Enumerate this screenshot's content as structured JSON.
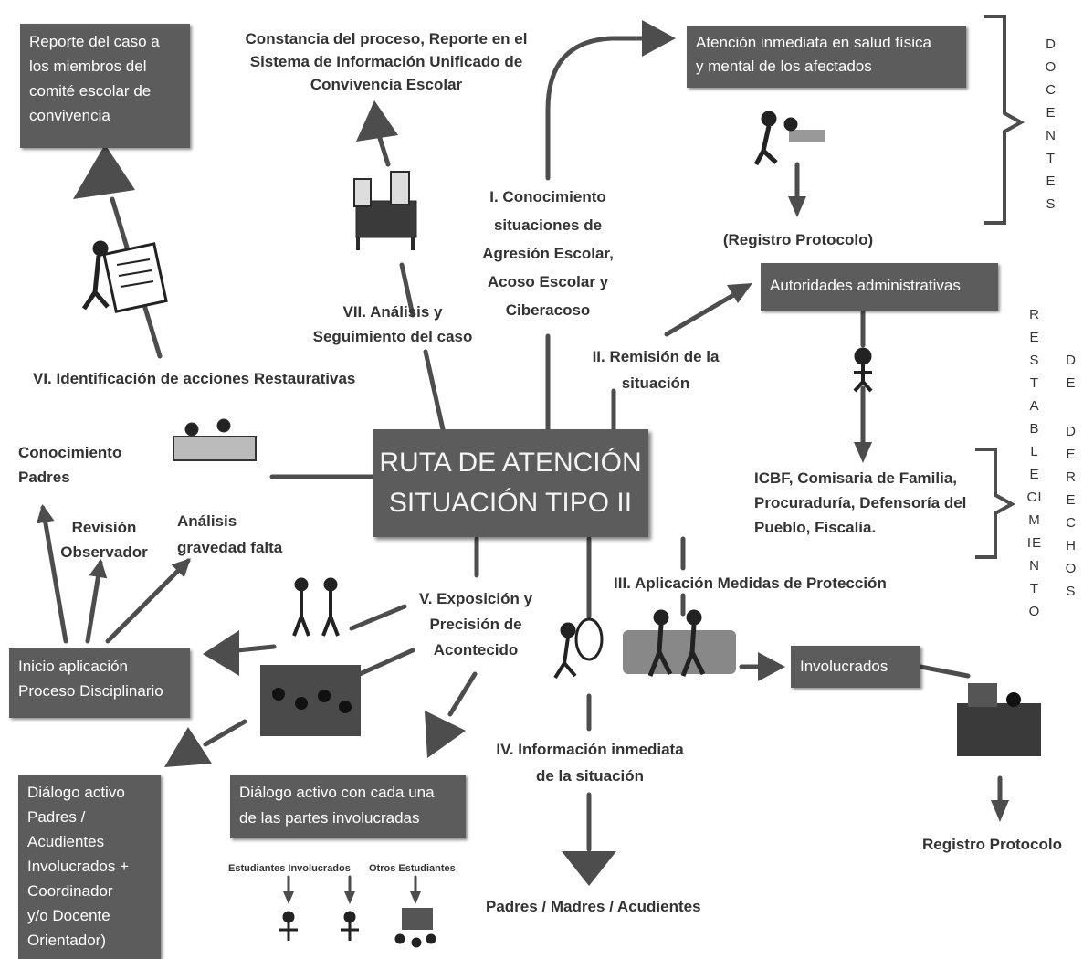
{
  "center": {
    "line1": "RUTA DE ATENCIÓN",
    "line2": "SITUACIÓN TIPO II"
  },
  "boxes": {
    "reporte": [
      "Reporte del caso a",
      "los miembros del",
      "comité escolar de",
      "convivencia"
    ],
    "atencion": [
      "Atención inmediata en salud física",
      "y mental de los afectados"
    ],
    "autoridades": "Autoridades administrativas",
    "inicio": [
      "Inicio aplicación",
      "Proceso Disciplinario"
    ],
    "dialogo_padres": [
      "Diálogo activo",
      "Padres /",
      "Acudientes",
      "Involucrados +",
      "Coordinador",
      "y/o Docente",
      "Orientador)"
    ],
    "dialogo_partes": [
      "Diálogo activo con cada una",
      "de las partes involucradas"
    ],
    "involucrados": "Involucrados"
  },
  "labels": {
    "constancia": [
      "Constancia del proceso, Reporte en el",
      "Sistema de Información Unificado de",
      "Convivencia Escolar"
    ],
    "conocimiento_situaciones": [
      "I. Conocimiento",
      "situaciones de",
      "Agresión Escolar,",
      "Acoso Escolar y",
      "Ciberacoso"
    ],
    "registro_protocolo_top": "(Registro Protocolo)",
    "analisis_seguimiento": [
      "VII. Análisis y",
      "Seguimiento del caso"
    ],
    "remision": [
      "II. Remisión de la",
      "situación"
    ],
    "identificacion": "VI. Identificación de acciones Restaurativas",
    "conocimiento_padres": [
      "Conocimiento",
      "Padres"
    ],
    "revision": [
      "Revisión",
      "Observador"
    ],
    "analisis_gravedad": [
      "Análisis",
      "gravedad falta"
    ],
    "icbf": [
      "ICBF, Comisaria de Familia,",
      "Procuraduría, Defensoría del",
      "Pueblo,  Fiscalía."
    ],
    "aplicacion_medidas": "III. Aplicación Medidas de Protección",
    "exposicion": [
      "V. Exposición y",
      "Precisión de",
      "Acontecido"
    ],
    "informacion_inmediata": [
      "IV. Información inmediata",
      "de la situación"
    ],
    "registro_protocolo_bottom": "Registro Protocolo",
    "estudiantes_involucrados": "Estudiantes Involucrados",
    "otros_estudiantes": "Otros Estudiantes",
    "padres_madres": "Padres / Madres / Acudientes"
  },
  "vertical": {
    "docentes": "DOCENTES",
    "restablecimiento": "RESTABLECIMIENTO",
    "de": "DE",
    "derechos": "DERECHOS"
  }
}
